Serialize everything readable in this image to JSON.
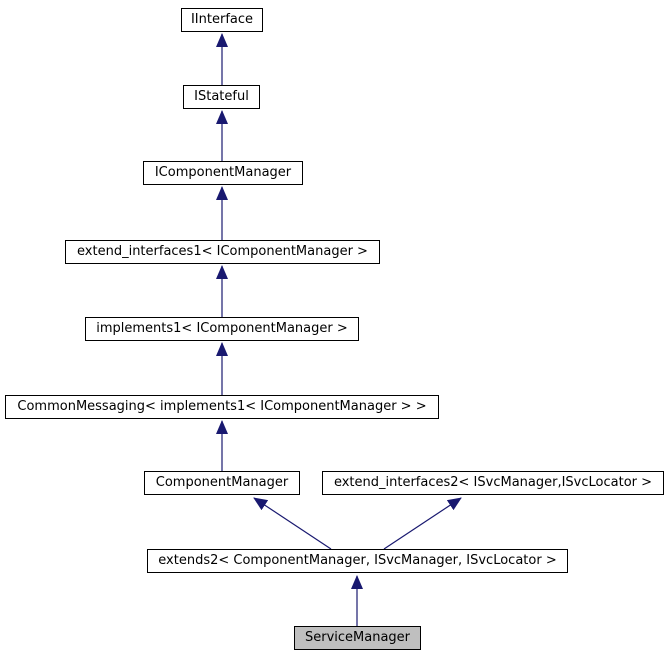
{
  "diagram": {
    "type": "class-inheritance-graph",
    "background_color": "#ffffff",
    "node_border_color": "#000000",
    "node_fill_color": "#ffffff",
    "selected_node_fill_color": "#bfbfbf",
    "arrow_color": "#191970",
    "nodes": [
      {
        "id": "iinterface",
        "label": "IInterface",
        "selected": false
      },
      {
        "id": "istateful",
        "label": "IStateful",
        "selected": false
      },
      {
        "id": "icomponentmanager",
        "label": "IComponentManager",
        "selected": false
      },
      {
        "id": "extend-interfaces1",
        "label": "extend_interfaces1< IComponentManager >",
        "selected": false
      },
      {
        "id": "implements1",
        "label": "implements1< IComponentManager >",
        "selected": false
      },
      {
        "id": "commonmessaging",
        "label": "CommonMessaging< implements1< IComponentManager > >",
        "selected": false
      },
      {
        "id": "componentmanager",
        "label": "ComponentManager",
        "selected": false
      },
      {
        "id": "extend-interfaces2",
        "label": "extend_interfaces2< ISvcManager,ISvcLocator >",
        "selected": false
      },
      {
        "id": "extends2",
        "label": "extends2< ComponentManager, ISvcManager, ISvcLocator >",
        "selected": false
      },
      {
        "id": "servicemanager",
        "label": "ServiceManager",
        "selected": true
      }
    ],
    "edges": [
      {
        "from": "istateful",
        "to": "iinterface"
      },
      {
        "from": "icomponentmanager",
        "to": "istateful"
      },
      {
        "from": "extend-interfaces1",
        "to": "icomponentmanager"
      },
      {
        "from": "implements1",
        "to": "extend-interfaces1"
      },
      {
        "from": "commonmessaging",
        "to": "implements1"
      },
      {
        "from": "componentmanager",
        "to": "commonmessaging"
      },
      {
        "from": "extends2",
        "to": "componentmanager"
      },
      {
        "from": "extends2",
        "to": "extend-interfaces2"
      },
      {
        "from": "servicemanager",
        "to": "extends2"
      }
    ]
  }
}
